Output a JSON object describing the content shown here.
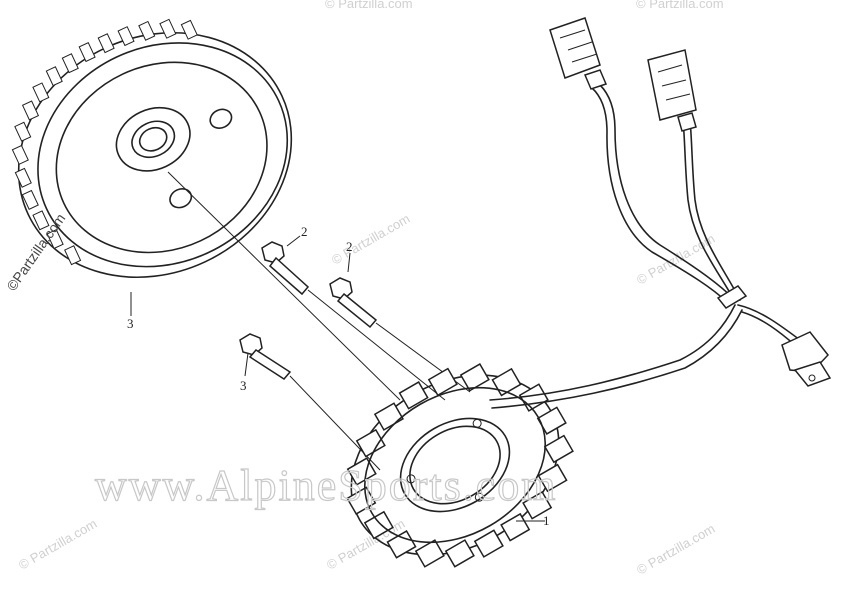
{
  "callouts": {
    "part_flywheel": "3",
    "part_bolt_upper_left": "2",
    "part_bolt_upper_right": "2",
    "part_bolt_lower": "3",
    "part_stator": "1"
  },
  "watermarks": {
    "main": "www.AlpineSports.com",
    "partzilla": "© Partzilla.com",
    "partzilla_side": "©Partzilla.com"
  }
}
